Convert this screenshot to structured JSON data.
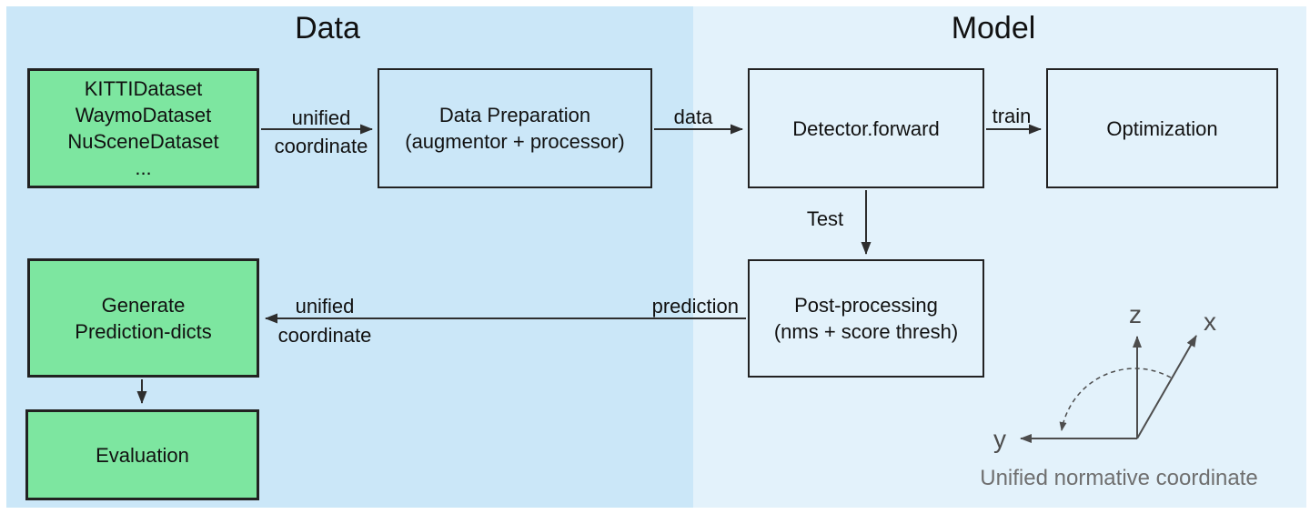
{
  "titles": {
    "data": "Data",
    "model": "Model"
  },
  "nodes": {
    "datasets": {
      "lines": [
        "KITTIDataset",
        "WaymoDataset",
        "NuSceneDataset",
        "..."
      ]
    },
    "data_preparation": {
      "lines": [
        "Data Preparation",
        "(augmentor + processor)"
      ]
    },
    "detector": {
      "lines": [
        "Detector.forward"
      ]
    },
    "optimization": {
      "lines": [
        "Optimization"
      ]
    },
    "post_processing": {
      "lines": [
        "Post-processing",
        "(nms + score thresh)"
      ]
    },
    "generate": {
      "lines": [
        "Generate",
        "Prediction-dicts"
      ]
    },
    "evaluation": {
      "lines": [
        "Evaluation"
      ]
    }
  },
  "edges": {
    "datasets_to_preparation": {
      "label_line1": "unified",
      "label_line2": "coordinate"
    },
    "preparation_to_detector": {
      "label": "data"
    },
    "detector_to_optimization": {
      "label": "train"
    },
    "detector_to_postprocessing": {
      "label": "Test"
    },
    "postprocessing_to_generate": {
      "label": "prediction",
      "label_line1": "unified",
      "label_line2": "coordinate"
    }
  },
  "coordinate_diagram": {
    "axis_labels": {
      "z": "z",
      "x": "x",
      "y": "y"
    },
    "caption": "Unified normative coordinate"
  },
  "colors": {
    "data_panel_bg": "#cbe7f8",
    "model_panel_bg": "#e3f2fb",
    "node_green": "#7de6a0",
    "node_border": "#222222",
    "arrow": "#2e2e2e",
    "axis": "#4d4d4d",
    "caption_text": "#6f6f6f"
  }
}
